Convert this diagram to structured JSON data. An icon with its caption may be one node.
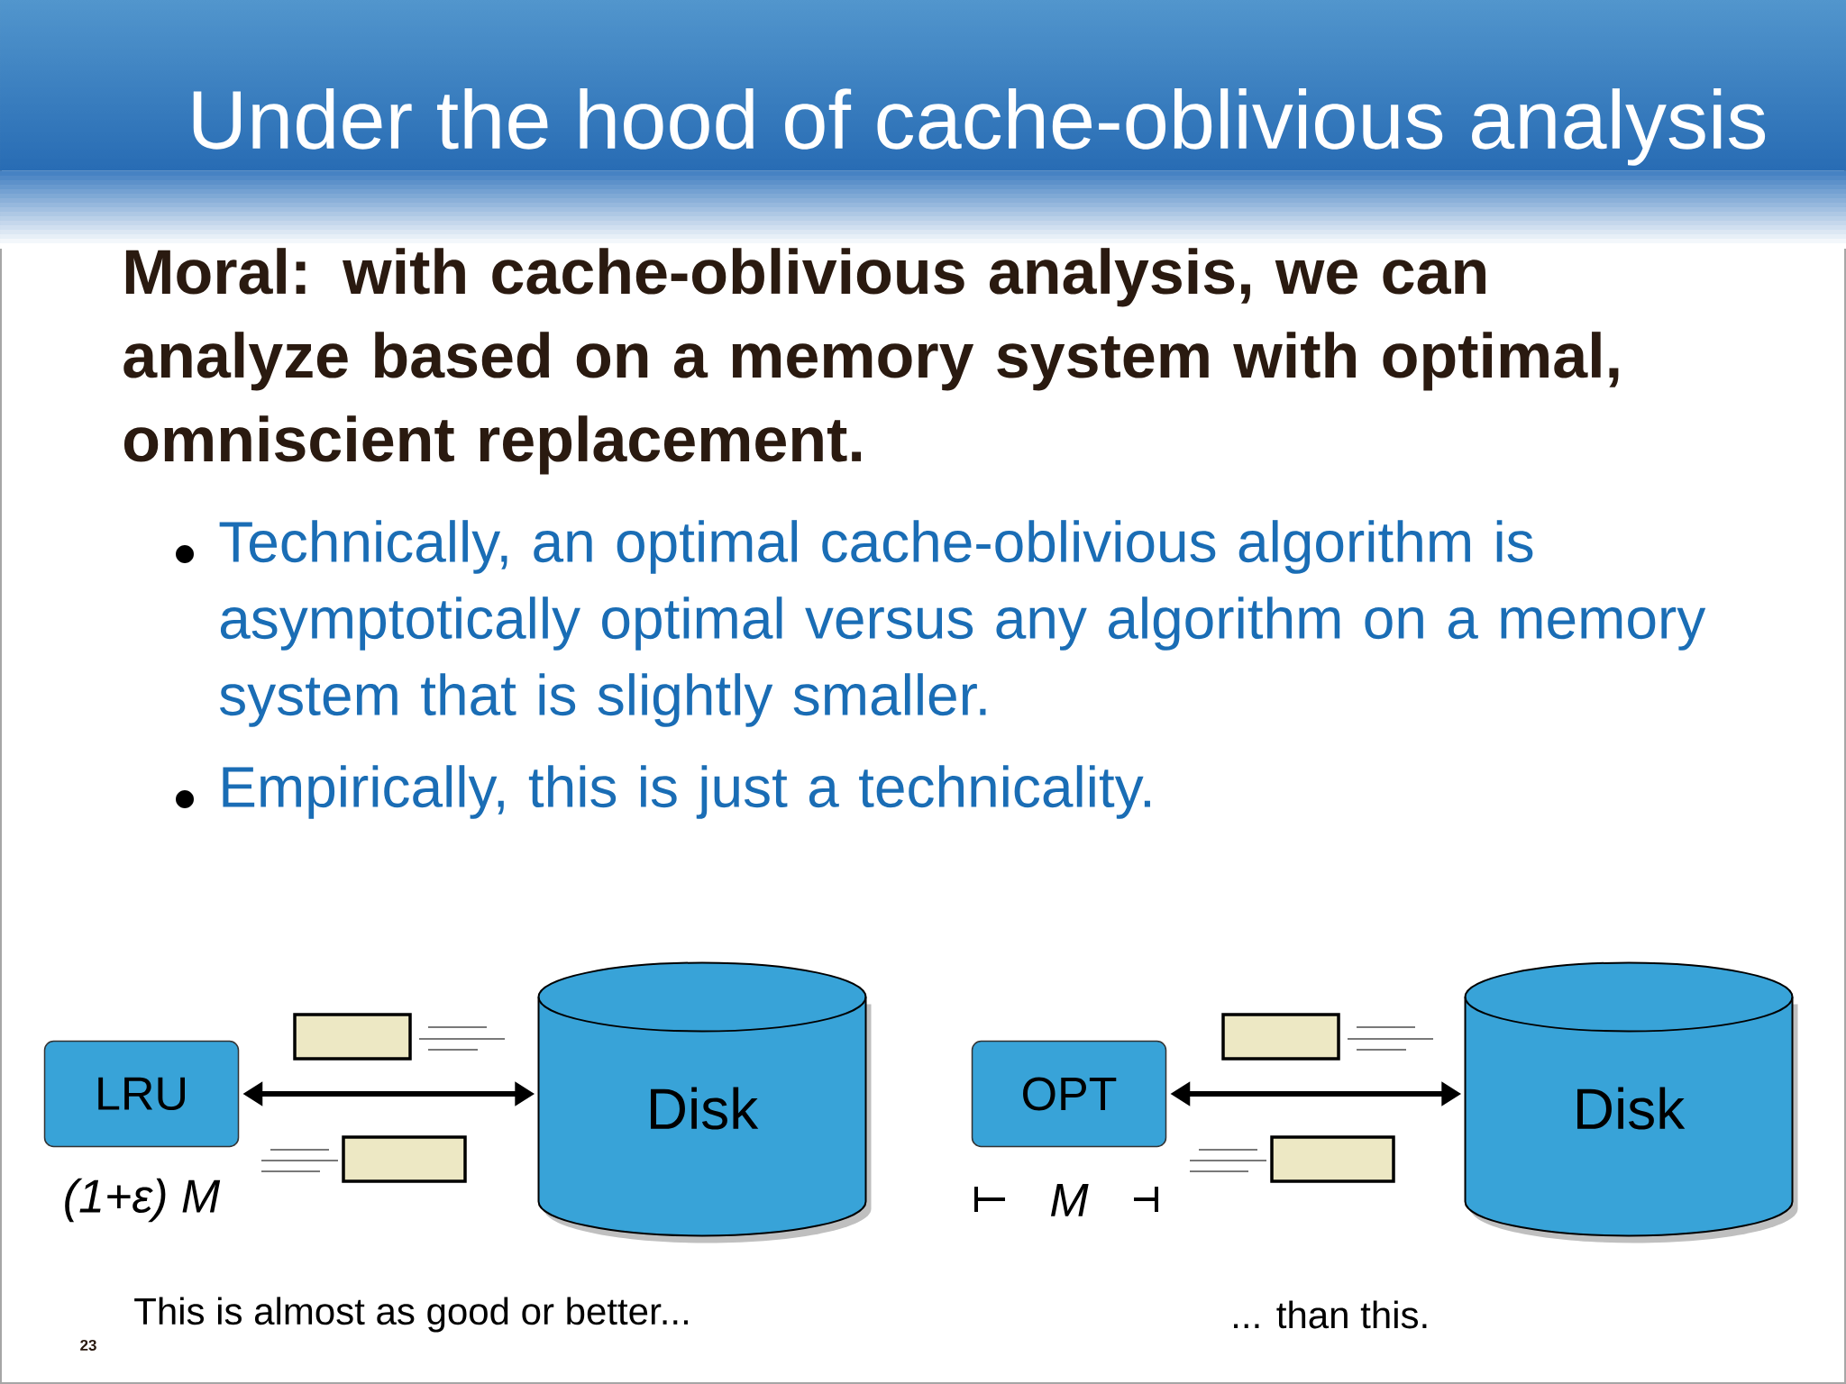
{
  "diagram": {
    "title": "Under the hood of cache-oblivious analysis",
    "nodes": [
      {
        "text": [
          "LRU"
        ],
        "beside": [
          "(1+ε) M"
        ]
      },
      {
        "text": [
          "Disk"
        ]
      },
      {
        "text": [
          "OPT"
        ],
        "beside": [
          "M"
        ]
      },
      {
        "text": [
          "Disk"
        ]
      }
    ],
    "edges": [
      {
        "from": 0,
        "to": 1,
        "arrow": "both"
      },
      {
        "from": 2,
        "to": 3,
        "arrow": "both"
      }
    ],
    "labels": [
      "Moral: with cache-oblivious analysis, we can analyze based on a memory system with optimal, omniscient replacement.",
      "Technically, an optimal cache-oblivious algorithm is asymptotically optimal versus any algorithm on a memory system that is slightly smaller.",
      "Empirically, this is just a technicality.",
      "This is almost as good or better...",
      "... than this.",
      "23"
    ]
  }
}
